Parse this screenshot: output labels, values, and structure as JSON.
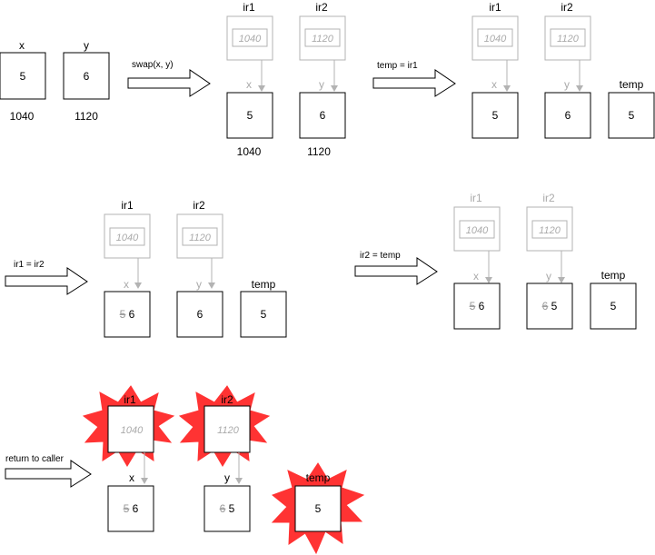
{
  "step1": {
    "x": {
      "name": "x",
      "value": "5",
      "address": "1040"
    },
    "y": {
      "name": "y",
      "value": "6",
      "address": "1120"
    }
  },
  "arrow1": {
    "label": "swap(x, y)"
  },
  "step2": {
    "ir1": {
      "name": "ir1",
      "ref": "1040"
    },
    "ir2": {
      "name": "ir2",
      "ref": "1120"
    },
    "x": {
      "name": "x",
      "value": "5",
      "address": "1040"
    },
    "y": {
      "name": "y",
      "value": "6",
      "address": "1120"
    }
  },
  "arrow2": {
    "label": "temp = ir1"
  },
  "step3": {
    "ir1": {
      "name": "ir1",
      "ref": "1040"
    },
    "ir2": {
      "name": "ir2",
      "ref": "1120"
    },
    "x": {
      "name": "x",
      "value": "5"
    },
    "y": {
      "name": "y",
      "value": "6"
    },
    "temp": {
      "name": "temp",
      "value": "5"
    }
  },
  "arrow3": {
    "label": "ir1 = ir2"
  },
  "step4": {
    "ir1": {
      "name": "ir1",
      "ref": "1040"
    },
    "ir2": {
      "name": "ir2",
      "ref": "1120"
    },
    "x": {
      "name": "x",
      "old_value": "5",
      "value": "6"
    },
    "y": {
      "name": "y",
      "value": "6"
    },
    "temp": {
      "name": "temp",
      "value": "5"
    }
  },
  "arrow4": {
    "label": "ir2 = temp"
  },
  "step5": {
    "ir1": {
      "name": "ir1",
      "ref": "1040"
    },
    "ir2": {
      "name": "ir2",
      "ref": "1120"
    },
    "x": {
      "name": "x",
      "old_value": "5",
      "value": "6"
    },
    "y": {
      "name": "y",
      "old_value": "6",
      "value": "5"
    },
    "temp": {
      "name": "temp",
      "value": "5"
    }
  },
  "arrow5": {
    "label": "return to caller"
  },
  "step6": {
    "ir1": {
      "name": "ir1",
      "ref": "1040"
    },
    "ir2": {
      "name": "ir2",
      "ref": "1120"
    },
    "x": {
      "name": "x",
      "old_value": "5",
      "value": "6"
    },
    "y": {
      "name": "y",
      "old_value": "6",
      "value": "5"
    },
    "temp": {
      "name": "temp",
      "value": "5"
    }
  },
  "colors": {
    "destroyed_star": "#ff3333",
    "faded": "#b3b3b3"
  }
}
